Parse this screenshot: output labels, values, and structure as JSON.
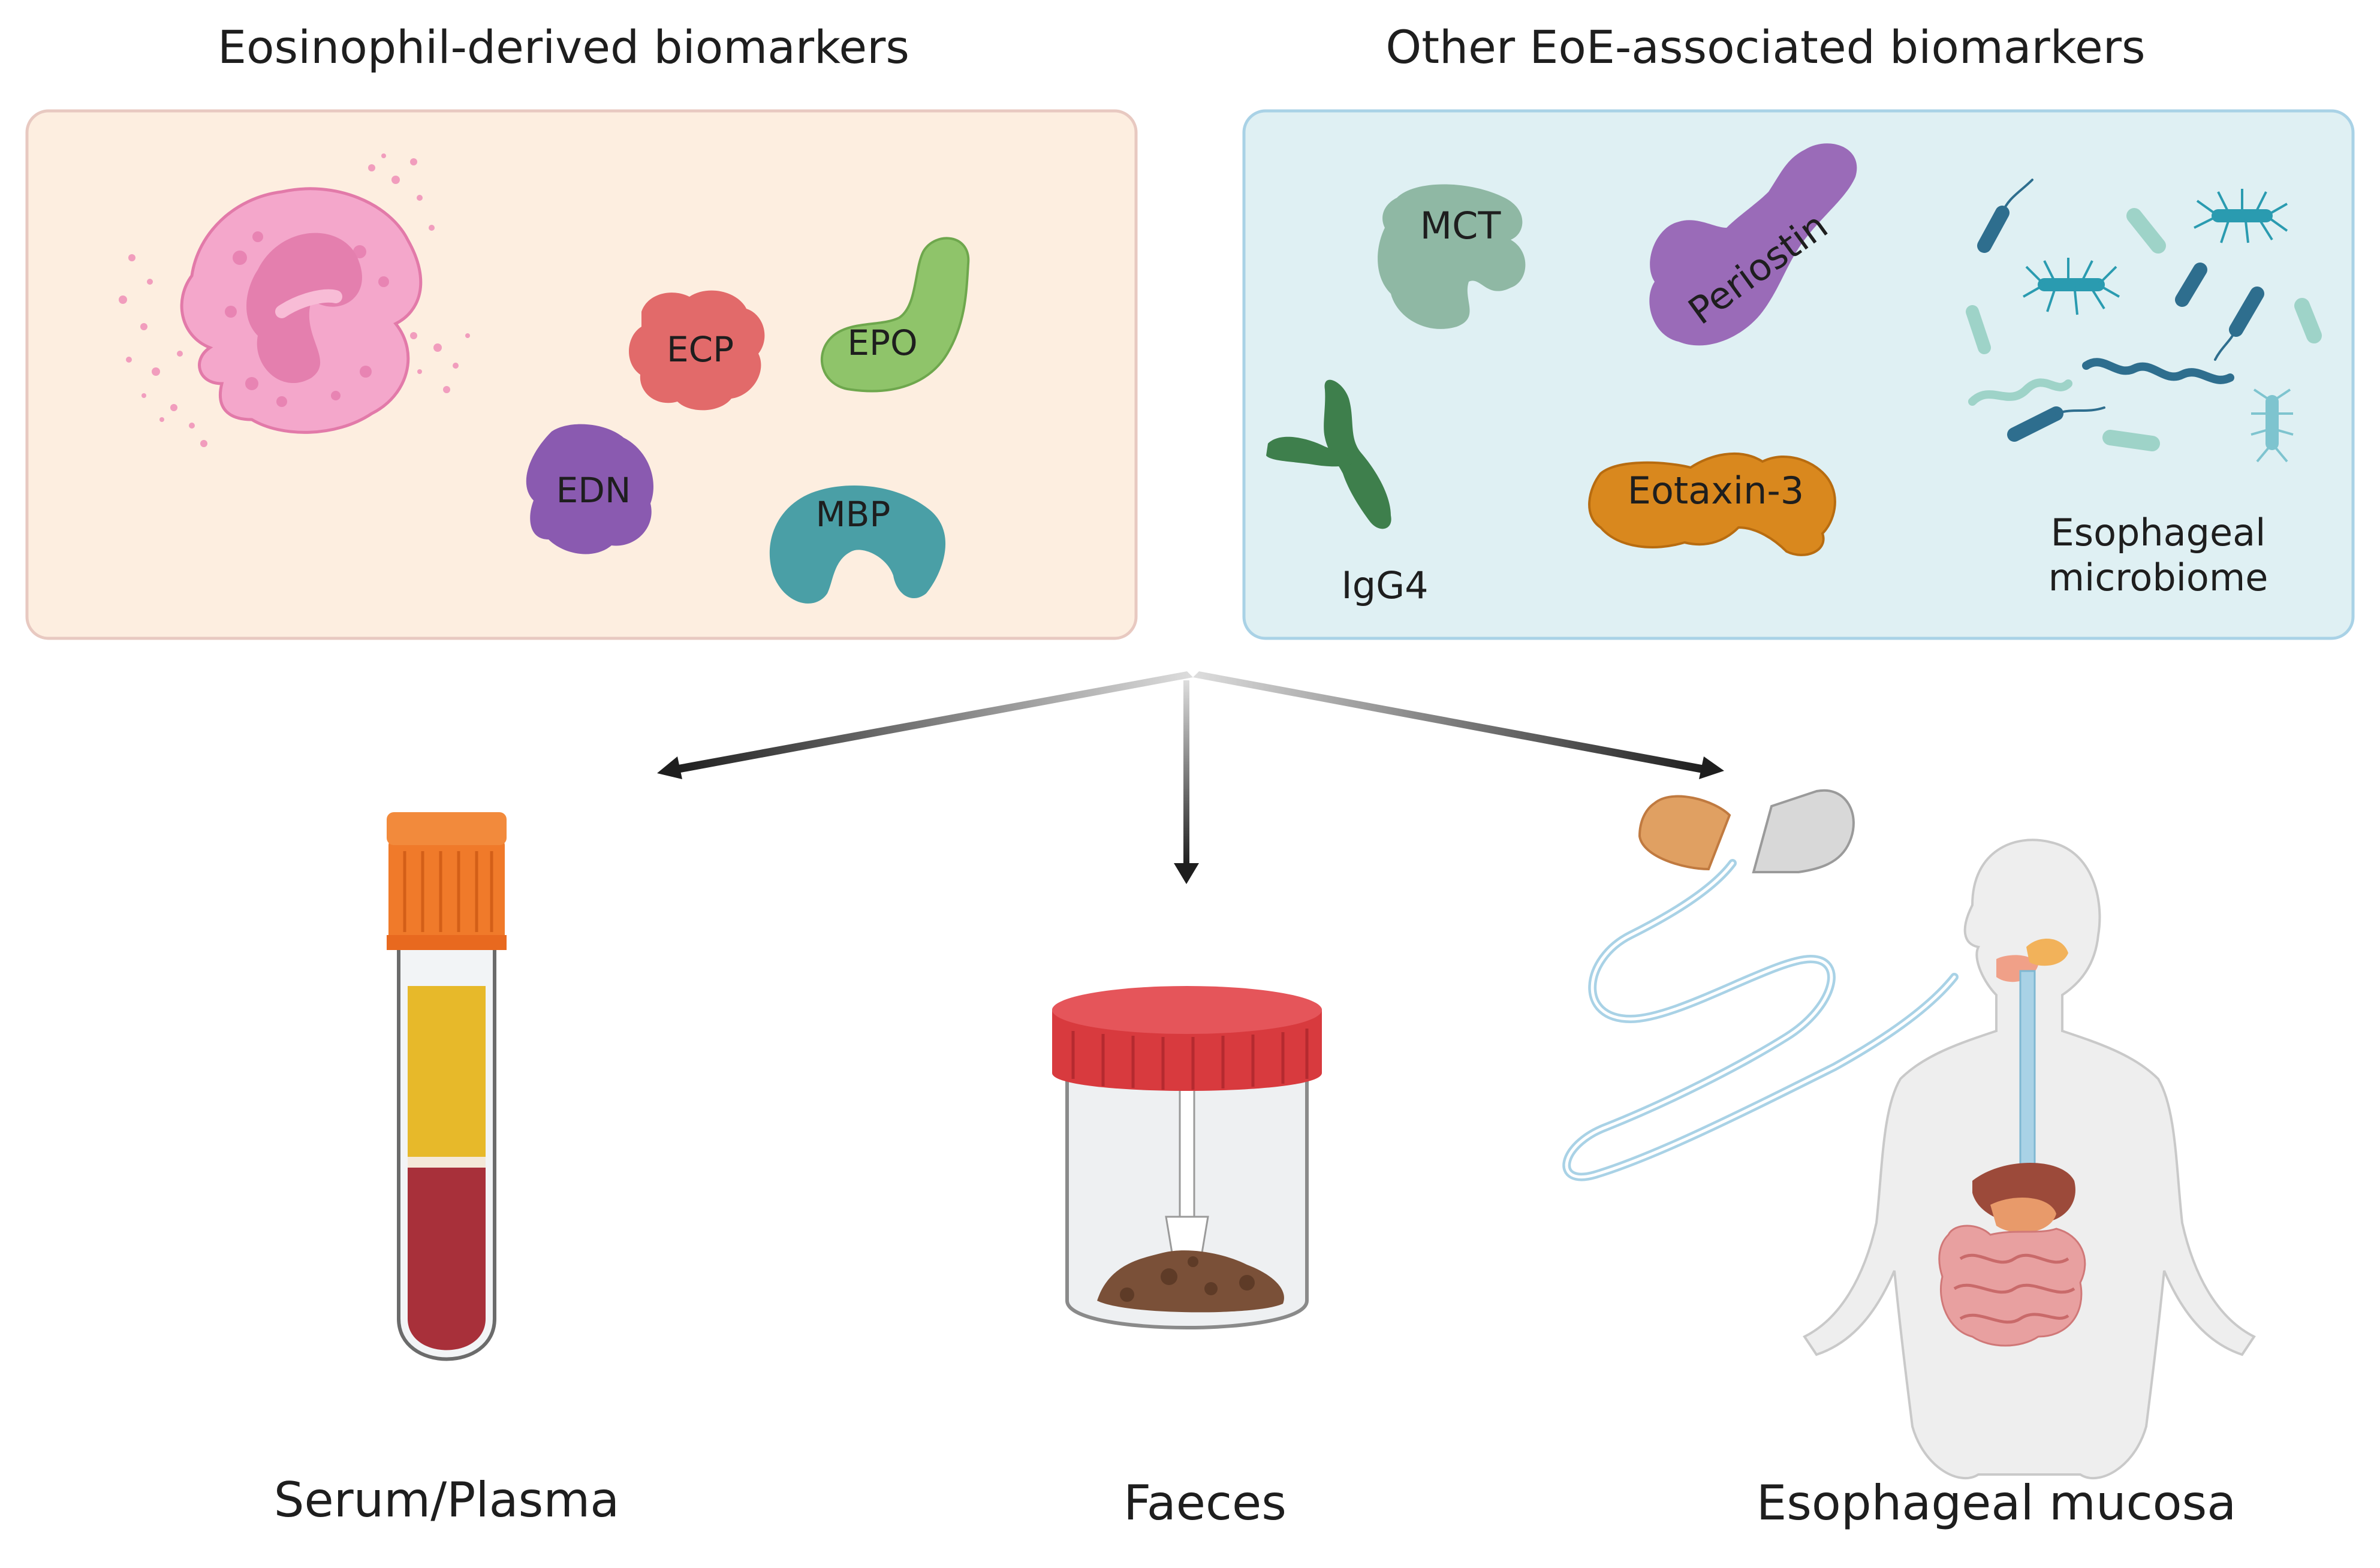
{
  "sections": {
    "eosinophil_title": "Eosinophil-derived biomarkers",
    "other_title": "Other EoE-associated biomarkers"
  },
  "eosinophil_markers": {
    "ecp": "ECP",
    "epo": "EPO",
    "edn": "EDN",
    "mbp": "MBP"
  },
  "other_markers": {
    "mct": "MCT",
    "periostin": "Periostin",
    "igg4": "IgG4",
    "eotaxin": "Eotaxin-3",
    "microbiome_line1": "Esophageal",
    "microbiome_line2": "microbiome"
  },
  "samples": {
    "serum": "Serum/Plasma",
    "faeces": "Faeces",
    "mucosa": "Esophageal mucosa"
  },
  "colors": {
    "eosinophil_panel_bg": "#fdeee0",
    "eosinophil_panel_border": "#e8c9c1",
    "other_panel_bg": "#dff0f3",
    "other_panel_border": "#a9d2e6",
    "ecp": "#e26a6a",
    "epo": "#8fc46a",
    "edn": "#8a5ab0",
    "mbp": "#4a9fa6",
    "mct": "#8fb8a4",
    "periostin": "#9a6bb8",
    "igg4": "#3e7f4c",
    "eotaxin": "#d9881e",
    "tube_cap": "#f07a2a",
    "plasma": "#e7b92a",
    "blood": "#a8303a",
    "jar_lid": "#d83a3e"
  }
}
